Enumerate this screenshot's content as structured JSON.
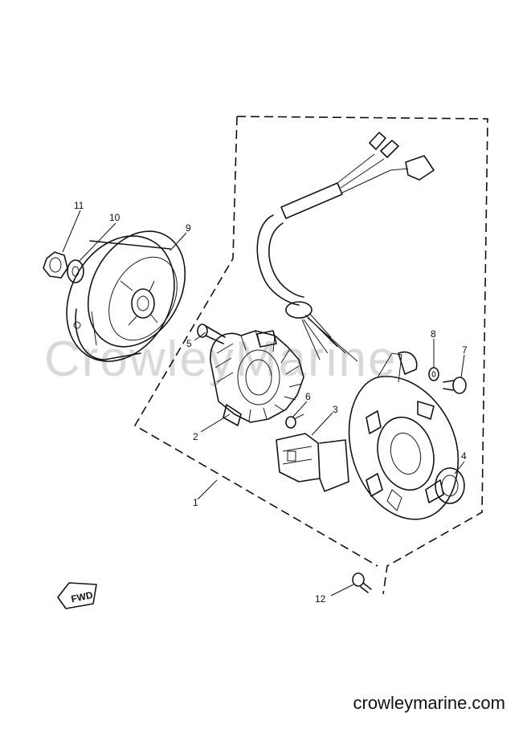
{
  "watermark": "CrowleyMarine",
  "brand": "crowleymarine.com",
  "direction_tag": "FWD",
  "callouts": [
    {
      "num": "1",
      "part": "stator-assembly"
    },
    {
      "num": "2",
      "part": "stator-coil"
    },
    {
      "num": "3",
      "part": "pulser-coil"
    },
    {
      "num": "4",
      "part": "oil-seal"
    },
    {
      "num": "5",
      "part": "screw"
    },
    {
      "num": "6",
      "part": "screw"
    },
    {
      "num": "7",
      "part": "screw"
    },
    {
      "num": "8",
      "part": "washer"
    },
    {
      "num": "9",
      "part": "flywheel-rotor"
    },
    {
      "num": "10",
      "part": "washer"
    },
    {
      "num": "11",
      "part": "nut"
    },
    {
      "num": "12",
      "part": "bolt"
    }
  ]
}
